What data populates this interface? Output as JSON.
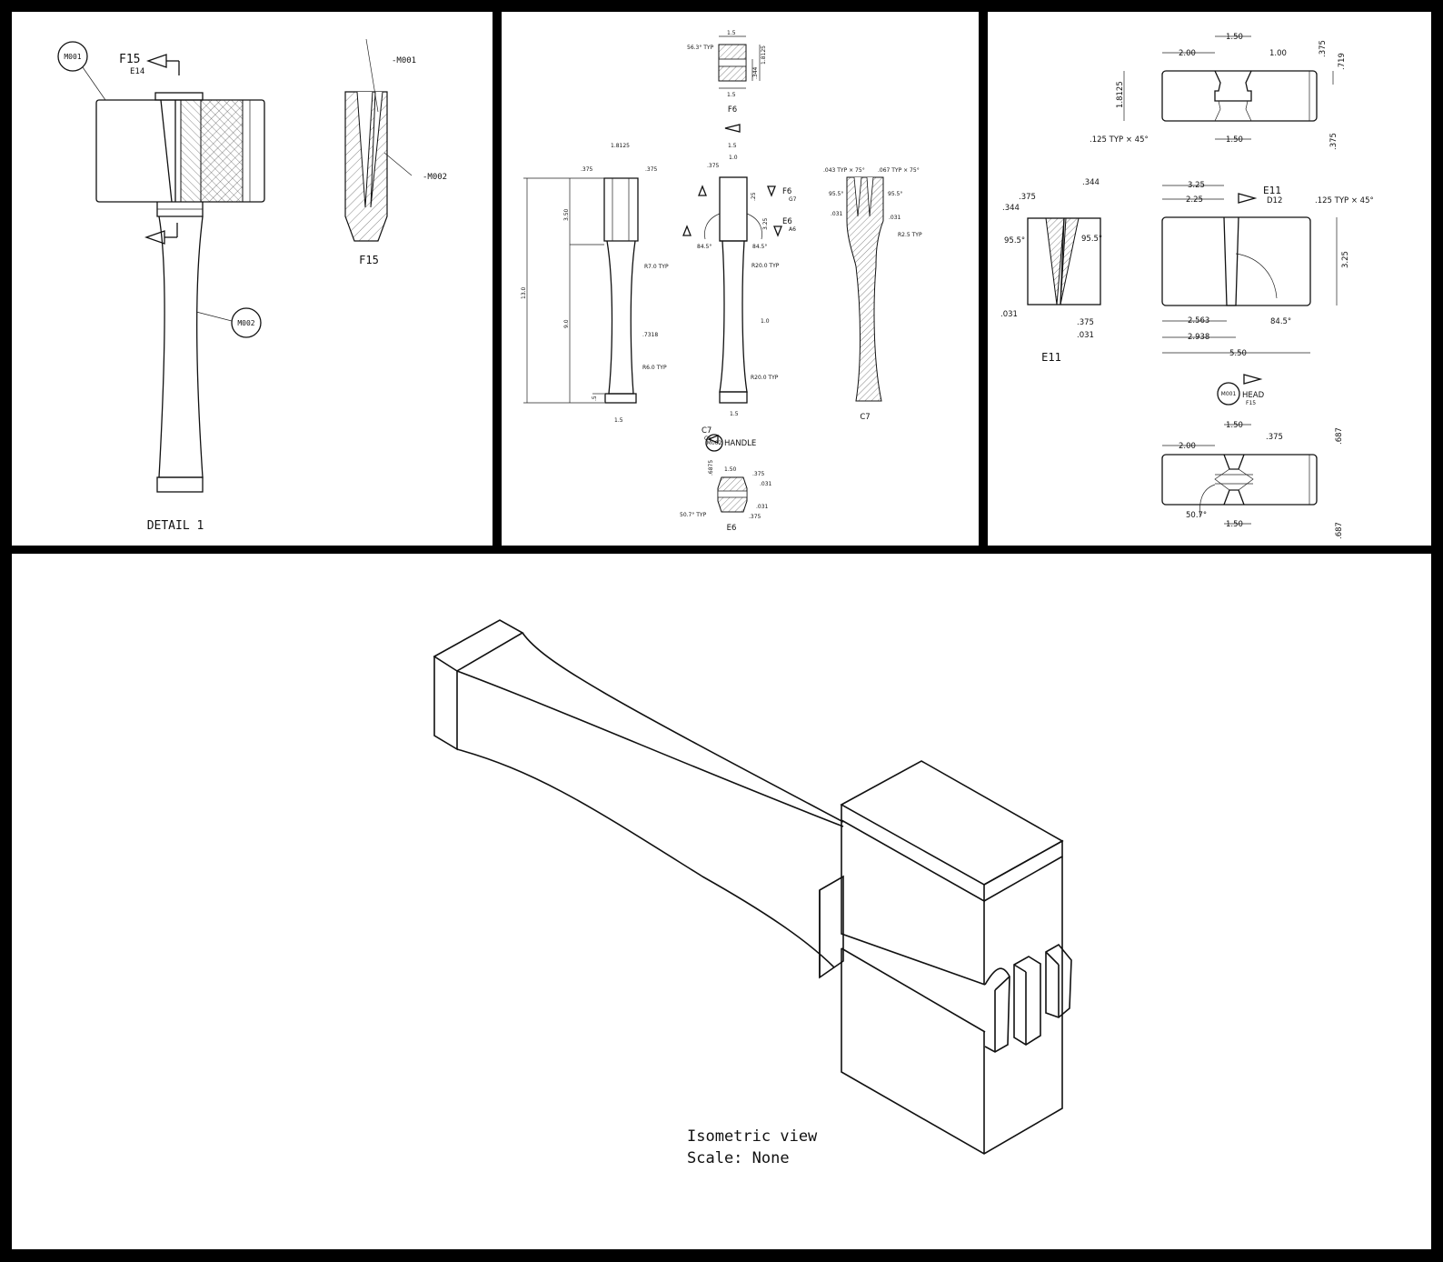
{
  "detail": {
    "title": "DETAIL 1",
    "balloons": [
      "M001",
      "M002"
    ],
    "section_ref": "F15",
    "section_sub": "E14",
    "section_label": "F15",
    "leaders": [
      "-M001",
      "-M002"
    ]
  },
  "handle": {
    "views": {
      "top": "F6",
      "side_front": "C7",
      "side_front_sub": "C5",
      "section": "C7",
      "end": "E6",
      "section_f6": "F6",
      "section_f6_sub": "G7",
      "section_e6": "E6",
      "section_e6_sub": "A6"
    },
    "balloon": "M002",
    "name": "HANDLE",
    "dims": {
      "top_w": "1.5",
      "top_angle": "56.3° TYP",
      "top_w2": "1.5",
      "top_h": "1.8125",
      "top_h2": ".344",
      "front_w": "1.8125",
      "front_a": ".375",
      "front_b": ".375",
      "front_total": "13.0",
      "front_upper": "3.50",
      "front_mid": "9.0",
      "front_low": ".5",
      "front_r1": "R7.0 TYP",
      "front_neck": ".7318",
      "front_r2": "R6.0 TYP",
      "front_base": "1.5",
      "side_top": "1.5",
      "side_a": "1.0",
      "side_b": ".375",
      "side_h1": ".25",
      "side_h2": "3.25",
      "side_ang_l": "84.5°",
      "side_ang_r": "84.5°",
      "side_r1": "R20.0 TYP",
      "side_mid": "1.0",
      "side_r2": "R20.0 TYP",
      "side_base": "1.5",
      "sec_a": ".043 TYP × 75°",
      "sec_b": ".067 TYP × 75°",
      "sec_ang_l": "95.5°",
      "sec_ang_r": "95.5°",
      "sec_c": ".031",
      "sec_d": ".031",
      "sec_r": "R2.5 TYP",
      "end_a": ".6875",
      "end_b": "1.50",
      "end_c": ".375",
      "end_d": ".031",
      "end_e": ".031",
      "end_ang": "50.7° TYP",
      "end_f": ".375"
    }
  },
  "head": {
    "balloon": "M001",
    "name": "HEAD",
    "name_sub": "F15",
    "section_label": "E11",
    "section_ref": "E11",
    "section_ref_sub": "D12",
    "dims": {
      "top_slot": "1.50",
      "top_left": "2.00",
      "top_right": "1.00",
      "top_a": ".375",
      "top_b": ".719",
      "top_h": "1.8125",
      "top_chamfer": ".125 TYP × 45°",
      "top_bottom": "1.50",
      "top_c": ".375",
      "sec_a": ".344",
      "sec_b": ".375",
      "sec_c": ".344",
      "sec_ang_l": "95.5°",
      "sec_ang_r": "95.5°",
      "sec_d": ".031",
      "sec_e": ".375",
      "sec_f": ".031",
      "front_w": "3.25",
      "front_left": "2.25",
      "front_chamfer": ".125 TYP × 45°",
      "front_h": "3.25",
      "front_ang": "84.5°",
      "front_a": "2.563",
      "front_b": "2.938",
      "front_total": "5.50",
      "bot_slot": "1.50",
      "bot_left": "2.00",
      "bot_a": ".375",
      "bot_b": ".687",
      "bot_ang": "50.7°",
      "bot_bottom": "1.50",
      "bot_c": ".687"
    }
  },
  "iso": {
    "caption_line1": "Isometric view",
    "caption_line2": "Scale: None"
  }
}
